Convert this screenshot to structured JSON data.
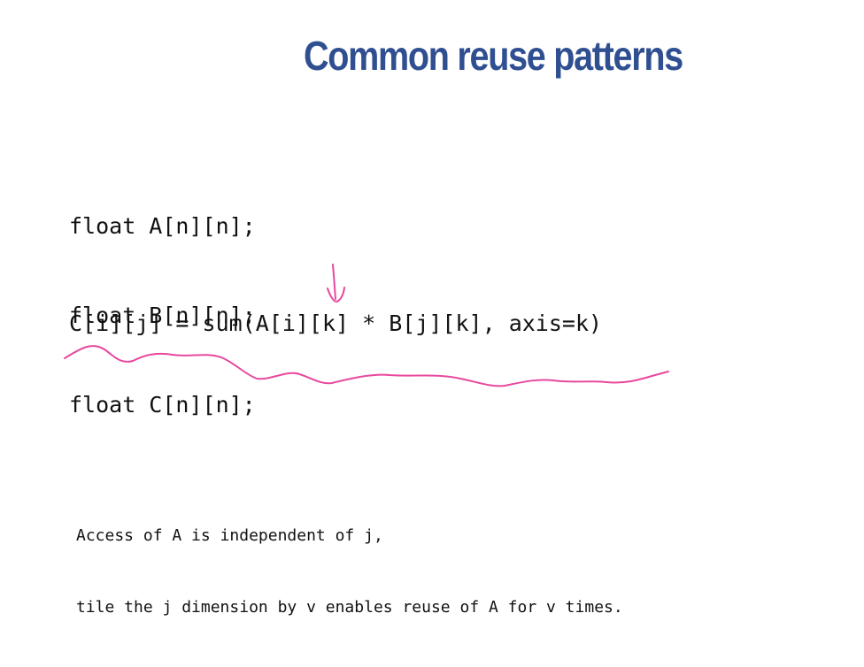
{
  "slide": {
    "title": "Common reuse patterns",
    "declarations": [
      "float A[n][n];",
      "float B[n][n];",
      "float C[n][n];"
    ],
    "expression": "C[i][j] = sum(A[i][k] * B[j][k], axis=k)",
    "note_lines": [
      "Access of A is independent of j,",
      "tile the j dimension by v enables reuse of A for v times."
    ],
    "annotation_color": "#e8489e",
    "title_color": "#2f4f91"
  }
}
